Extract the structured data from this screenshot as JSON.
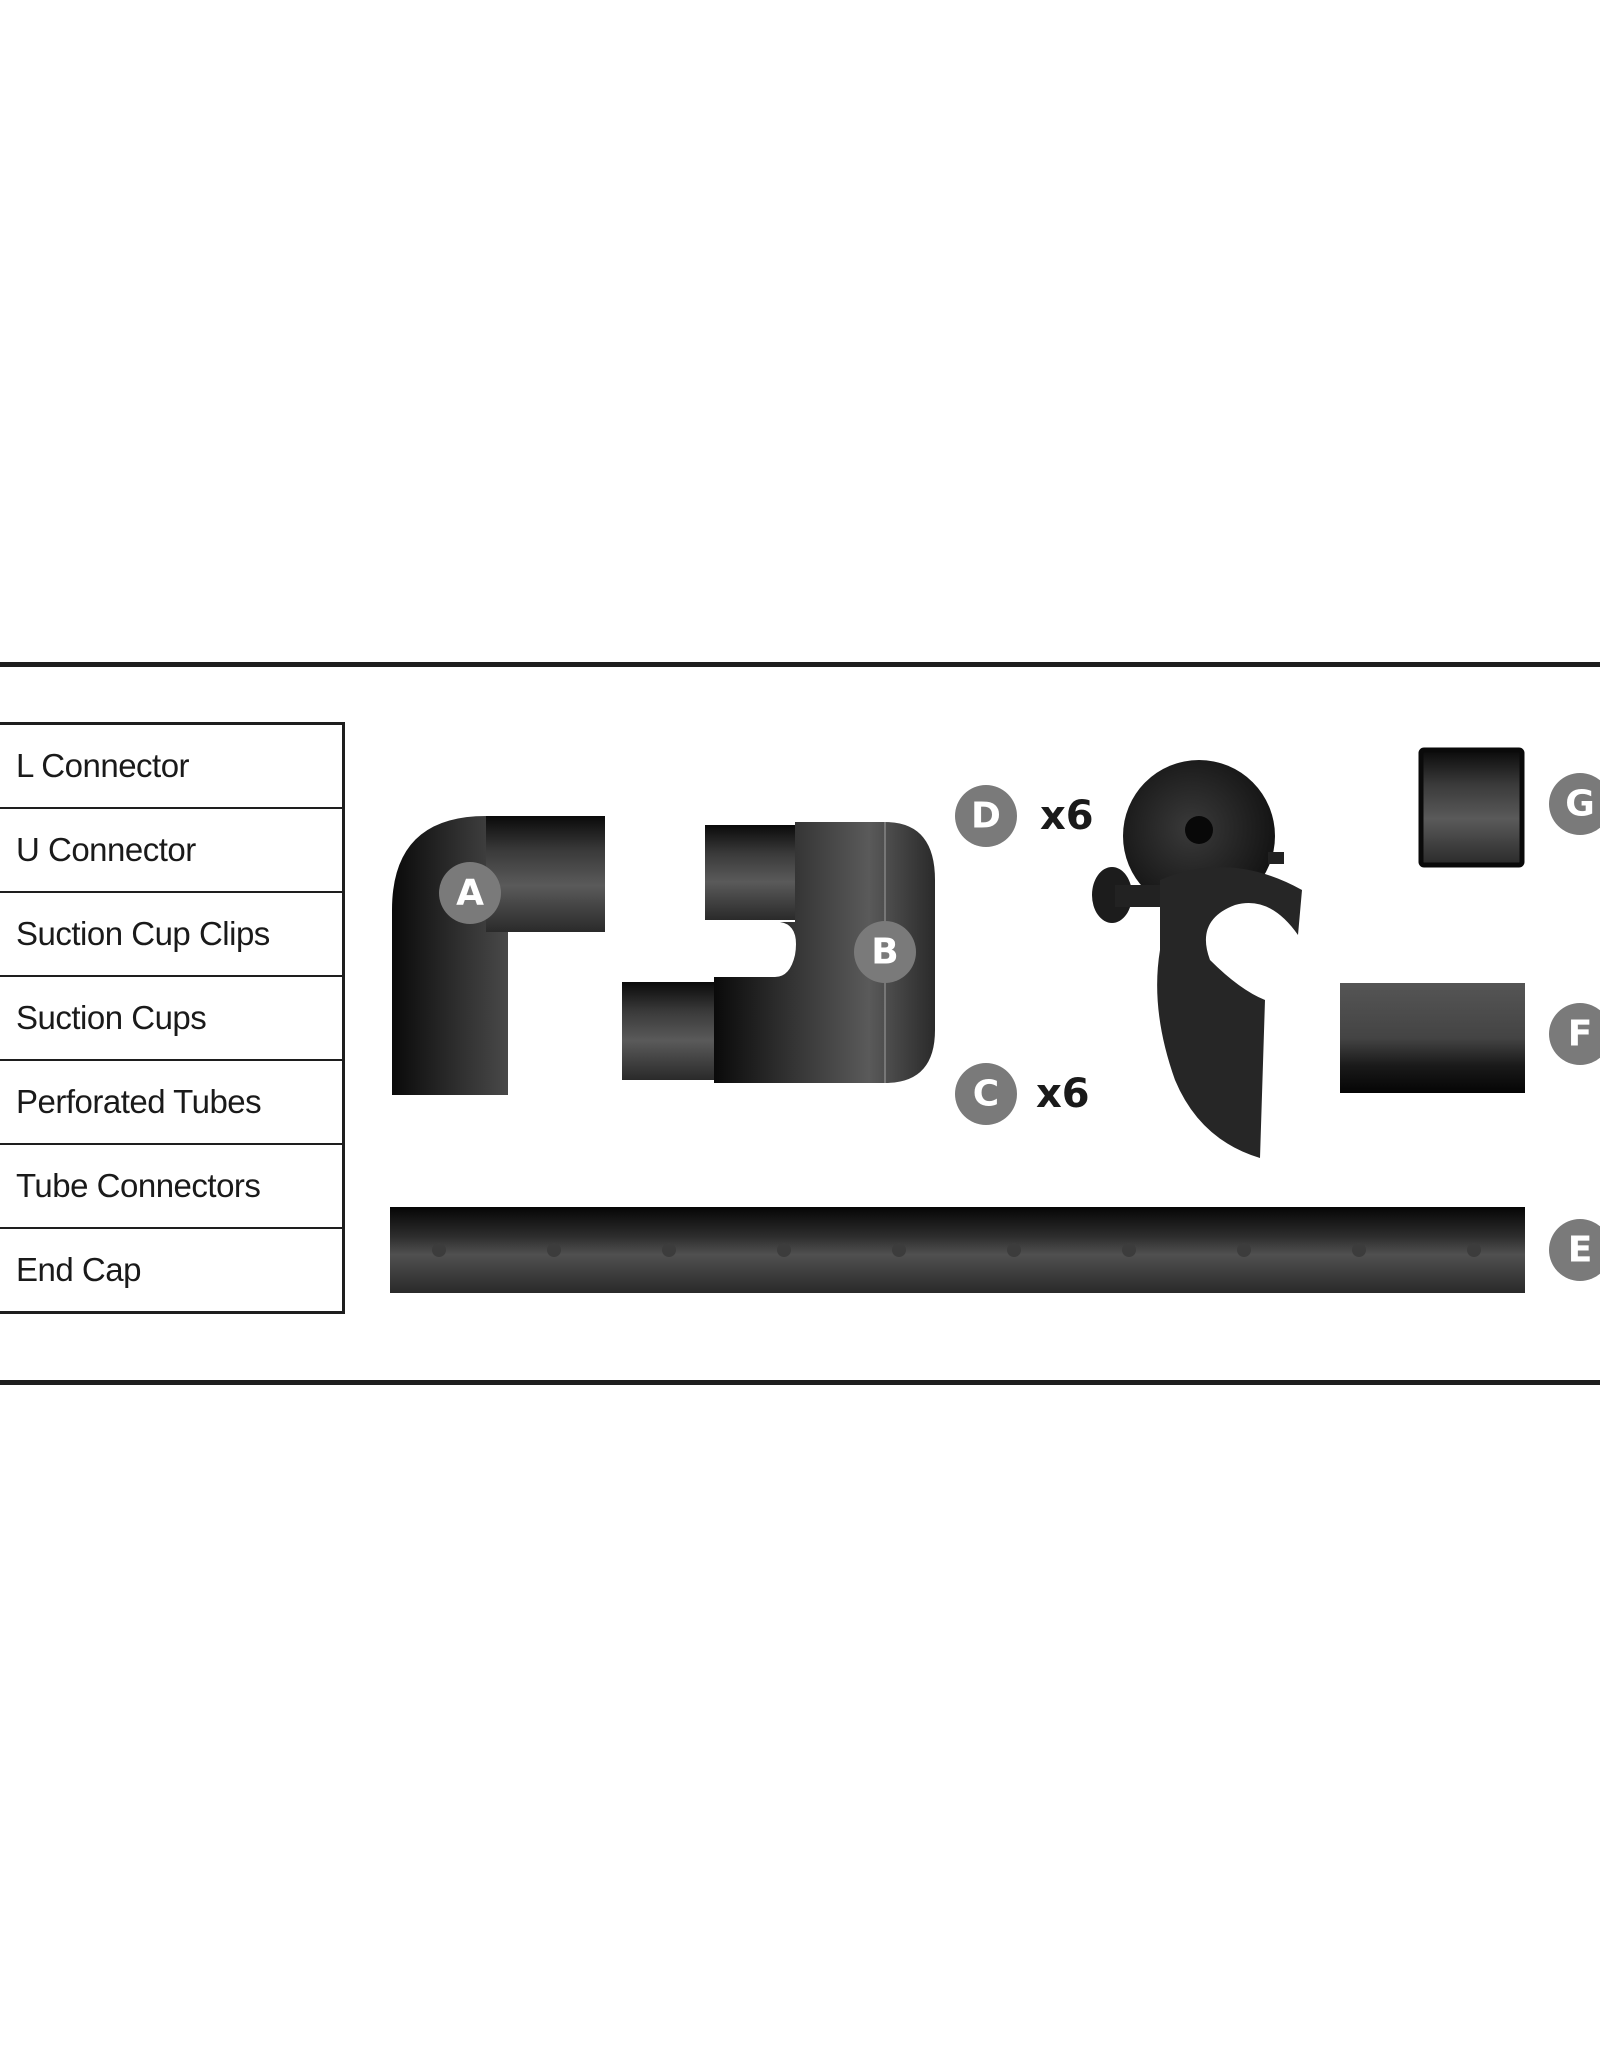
{
  "legend": {
    "items": [
      "L Connector",
      "U Connector",
      "Suction Cup Clips",
      "Suction Cups",
      "Perforated Tubes",
      "Tube Connectors",
      "End Cap"
    ]
  },
  "parts": {
    "a": {
      "letter": "A"
    },
    "b": {
      "letter": "B"
    },
    "c": {
      "letter": "C",
      "quantity": "x6"
    },
    "d": {
      "letter": "D",
      "quantity": "x6"
    },
    "e": {
      "letter": "E"
    },
    "f": {
      "letter": "F"
    },
    "g": {
      "letter": "G"
    }
  },
  "colors": {
    "part": "#1c1c1c",
    "badge": "#7a7a7a",
    "rule": "#1e1e1e"
  }
}
